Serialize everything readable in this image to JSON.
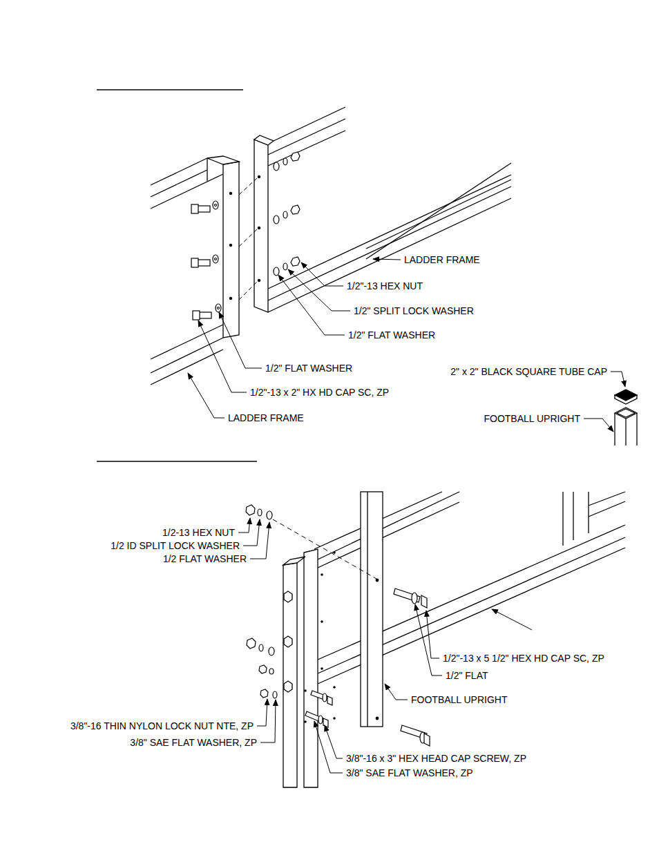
{
  "diagram": {
    "labels": [
      "LADDER FRAME",
      "1/2\"-13 HEX NUT",
      "1/2\" SPLIT LOCK WASHER",
      "1/2\" FLAT WASHER",
      "1/2\" FLAT WASHER",
      "1/2\"-13 x 2\" HX HD CAP SC, ZP",
      "LADDER FRAME",
      "2\" x 2\" BLACK SQUARE TUBE CAP",
      "FOOTBALL UPRIGHT",
      "1/2-13 HEX NUT",
      "1/2 ID SPLIT LOCK WASHER",
      "1/2 FLAT WASHER",
      "1/2\"-13 x 5 1/2\" HEX HD CAP SC, ZP",
      "1/2\" FLAT",
      "FOOTBALL UPRIGHT",
      "3/8\"-16 THIN NYLON LOCK NUT NTE, ZP",
      "3/8\" SAE FLAT WASHER, ZP",
      "3/8\"-16 x 3\" HEX HEAD CAP SCREW, ZP",
      "3/8\" SAE FLAT WASHER, ZP"
    ]
  }
}
